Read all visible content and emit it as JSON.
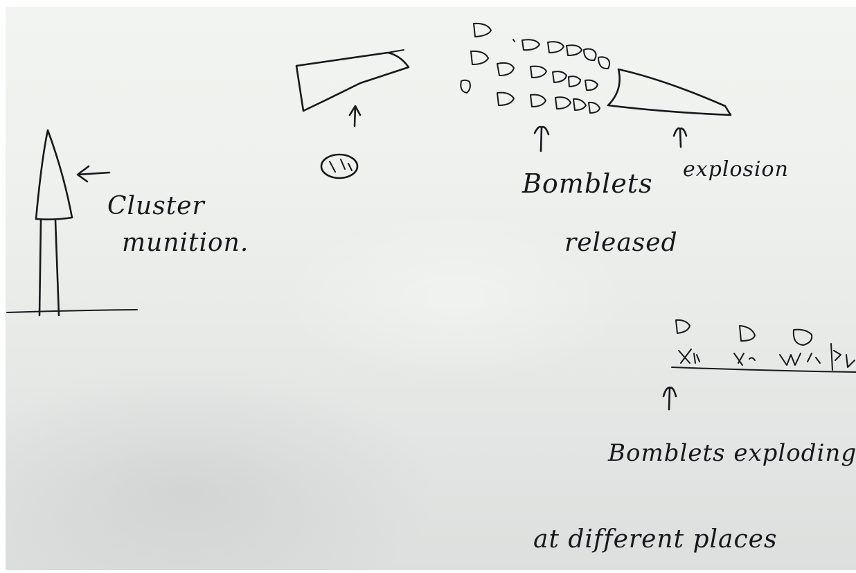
{
  "labels": {
    "cluster_munition_line1": "Cluster",
    "cluster_munition_line2": "munition.",
    "explosion": "explosion",
    "bomblets_released_line1": "Bomblets",
    "bomblets_released_line2": "released",
    "bomblets_exploding_line1": "Bomblets exploding",
    "bomblets_exploding_line2": "at different places"
  },
  "colors": {
    "ink": "#15181c",
    "paper": "#eef1ed"
  }
}
